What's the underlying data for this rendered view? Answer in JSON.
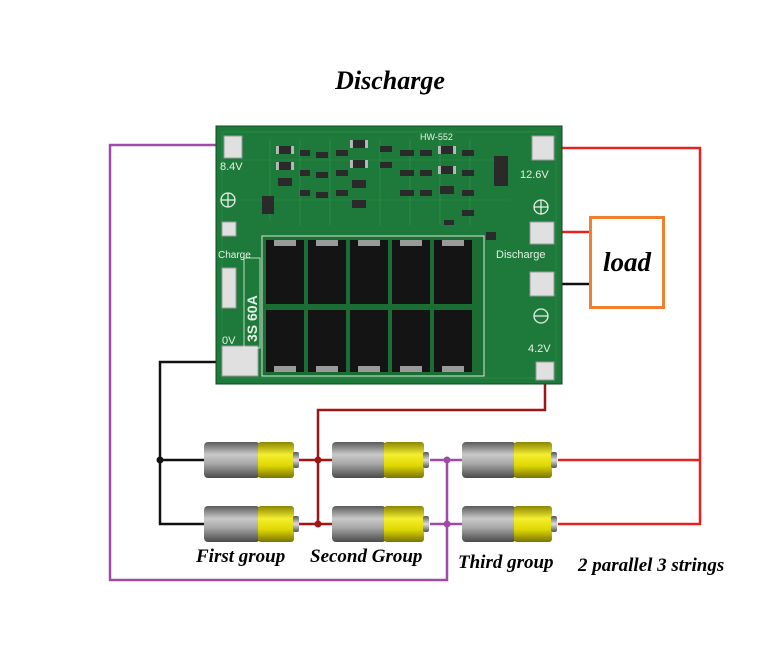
{
  "title": "Discharge",
  "board": {
    "model": "HW-552",
    "pin_8v4": "8.4V",
    "pin_12v6": "12.6V",
    "pin_charge": "Charge",
    "pin_discharge": "Discharge",
    "pin_4v2": "4.2V",
    "pin_0v": "0V",
    "rating": "3S 60A"
  },
  "load_label": "load",
  "groups": {
    "first": "First group",
    "second": "Second Group",
    "third": "Third group"
  },
  "config_label": "2 parallel 3 strings",
  "colors": {
    "wire_positive": "#e52222",
    "wire_purple": "#a04aa8",
    "wire_ground": "#111111",
    "wire_dark_red": "#a01515",
    "pcb": "#1e7a3a",
    "load_border": "#f08030",
    "battery_cap": "#e0d800",
    "battery_body": "#8c8c8c"
  },
  "icons": [
    "plus-icon",
    "minus-icon",
    "battery-cell-icon",
    "mosfet-icon"
  ]
}
